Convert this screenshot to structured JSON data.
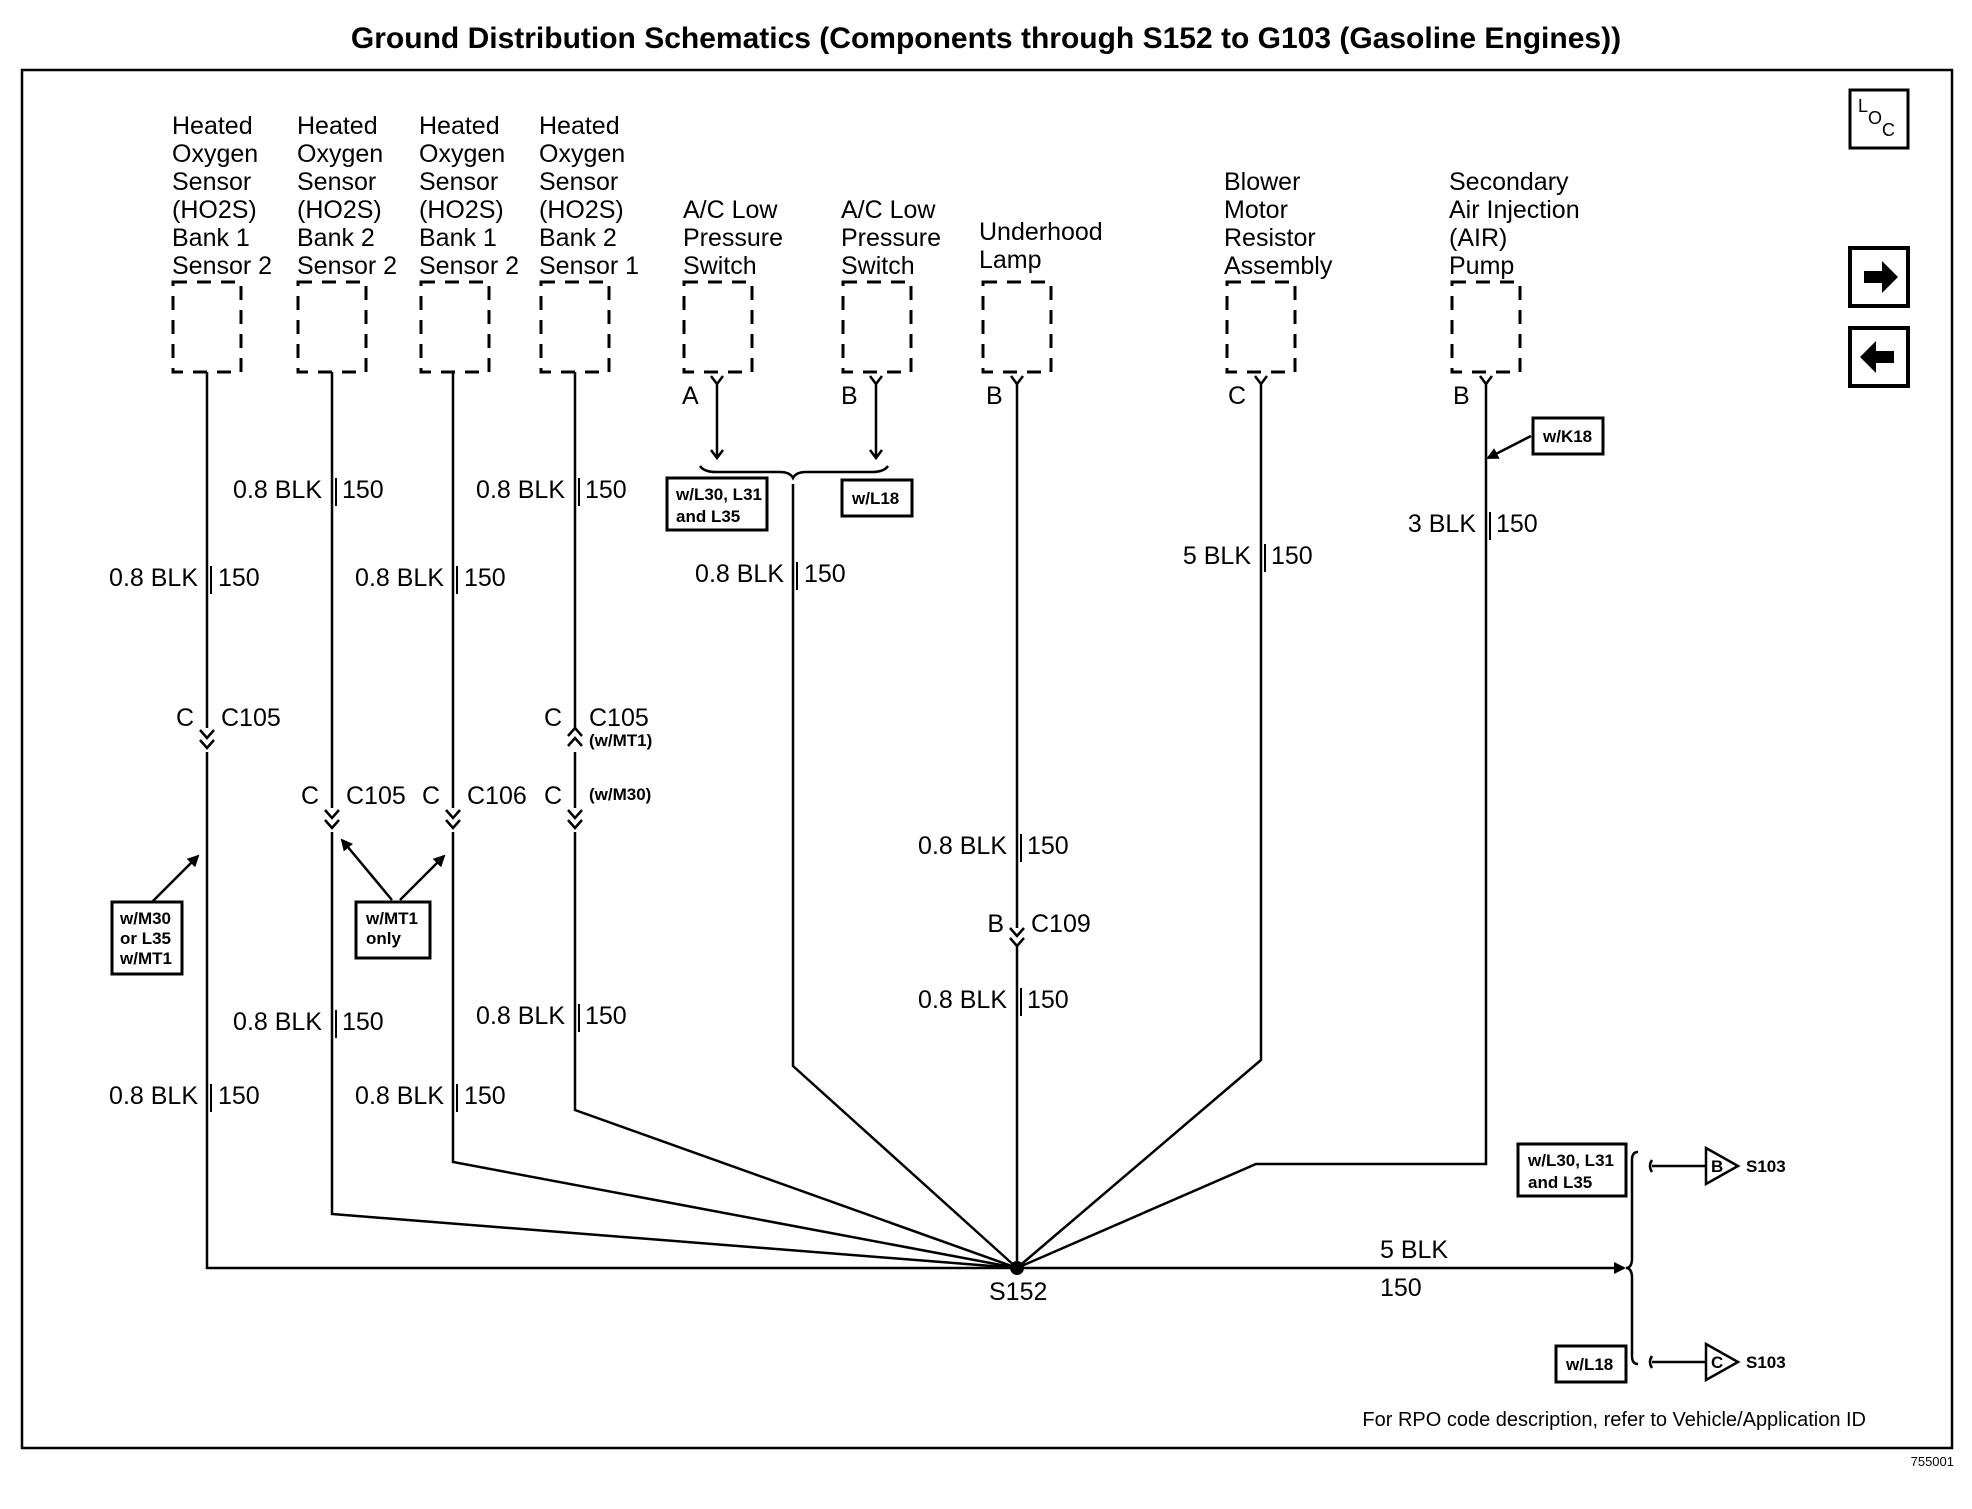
{
  "title": "Ground Distribution Schematics (Components through S152 to G103 (Gasoline Engines))",
  "components": [
    {
      "id": "ho2s-b1s2",
      "lines": [
        "Heated",
        "Oxygen",
        "Sensor",
        "(HO2S)",
        "Bank 1",
        "Sensor 2"
      ]
    },
    {
      "id": "ho2s-b2s2",
      "lines": [
        "Heated",
        "Oxygen",
        "Sensor",
        "(HO2S)",
        "Bank 2",
        "Sensor 2"
      ]
    },
    {
      "id": "ho2s-b1s2b",
      "lines": [
        "Heated",
        "Oxygen",
        "Sensor",
        "(HO2S)",
        "Bank 1",
        "Sensor 2"
      ]
    },
    {
      "id": "ho2s-b2s1",
      "lines": [
        "Heated",
        "Oxygen",
        "Sensor",
        "(HO2S)",
        "Bank 2",
        "Sensor 1"
      ]
    },
    {
      "id": "ac-switch-a",
      "lines": [
        "A/C Low",
        "Pressure",
        "Switch"
      ],
      "pin": "A"
    },
    {
      "id": "ac-switch-b",
      "lines": [
        "A/C Low",
        "Pressure",
        "Switch"
      ],
      "pin": "B"
    },
    {
      "id": "underhood-lamp",
      "lines": [
        "Underhood",
        "Lamp"
      ],
      "pin": "B"
    },
    {
      "id": "blower",
      "lines": [
        "Blower",
        "Motor",
        "Resistor",
        "Assembly"
      ],
      "pin": "C"
    },
    {
      "id": "air-pump",
      "lines": [
        "Secondary",
        "Air Injection",
        "(AIR)",
        "Pump"
      ],
      "pin": "B"
    }
  ],
  "wire_labels": {
    "blk08": "0.8 BLK",
    "blk3": "3 BLK",
    "blk5": "5 BLK",
    "ckt150": "150"
  },
  "connectors": {
    "pin_c": "C",
    "pin_b": "B",
    "c105": "C105",
    "c106": "C106",
    "c109": "C109",
    "w_mt1": "(w/MT1)",
    "w_m30": "(w/M30)"
  },
  "option_boxes": {
    "l30_l31_l35": [
      "w/L30, L31",
      "and L35"
    ],
    "l18": "w/L18",
    "k18": "w/K18",
    "m30_l35_mt1": [
      "w/M30",
      "or L35",
      "w/MT1"
    ],
    "mt1_only": [
      "w/MT1",
      "only"
    ]
  },
  "splice": "S152",
  "offpage": [
    {
      "letter": "B",
      "label": "S103"
    },
    {
      "letter": "C",
      "label": "S103"
    }
  ],
  "nav": {
    "loc_icon": "LOC",
    "next_icon": "arrow-right",
    "prev_icon": "arrow-left"
  },
  "footer_note": "For RPO code description, refer to Vehicle/Application ID",
  "figure_id": "755001"
}
